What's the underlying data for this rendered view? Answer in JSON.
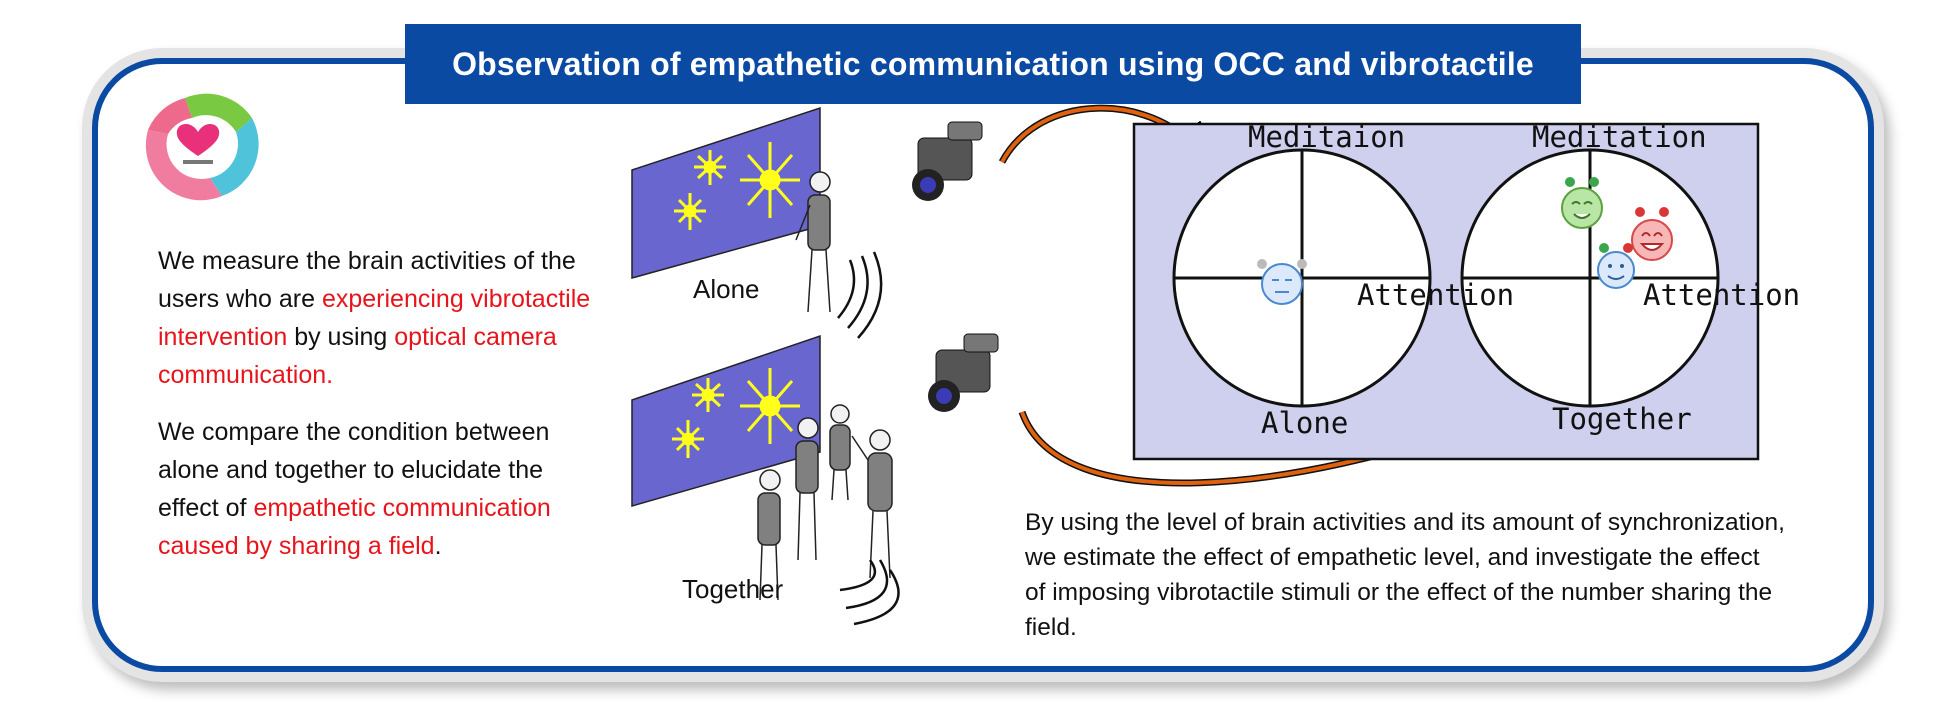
{
  "title": "Observation of empathetic communication using OCC and vibrotactile",
  "left_text": {
    "p1": [
      {
        "text": "We measure the brain activities of the users who are ",
        "highlight": false
      },
      {
        "text": "experiencing vibrotactile intervention",
        "highlight": true
      },
      {
        "text": " by using ",
        "highlight": false
      },
      {
        "text": "optical camera communication.",
        "highlight": true
      }
    ],
    "p2": [
      {
        "text": "We compare the condition between alone and together to elucidate the effect of ",
        "highlight": false
      },
      {
        "text": "empathetic communication caused by sharing a field",
        "highlight": true
      },
      {
        "text": ".",
        "highlight": false
      }
    ]
  },
  "scene": {
    "alone_label": "Alone",
    "together_label": "Together"
  },
  "quadrants": {
    "left": {
      "top": "Meditaion",
      "right": "Attention",
      "bottom": "Alone"
    },
    "right": {
      "top": "Meditation",
      "right": "Attention",
      "bottom": "Together"
    }
  },
  "description": "By using the level of brain activities and its amount of synchronization, we estimate the effect of empathetic level, and investigate the effect of imposing vibrotactile stimuli or the effect of the number sharing the field.",
  "colors": {
    "brand_blue": "#0b4aa2",
    "highlight_red": "#e8141c",
    "screen_purple": "#6a66d0",
    "panel_lavender": "#cfd0ee",
    "arrow_orange": "#e0610e"
  },
  "icons": [
    "logo-hands-heart-icon",
    "camera-icon",
    "star-icon",
    "person-icon",
    "vibration-wave-icon",
    "face-icon"
  ]
}
